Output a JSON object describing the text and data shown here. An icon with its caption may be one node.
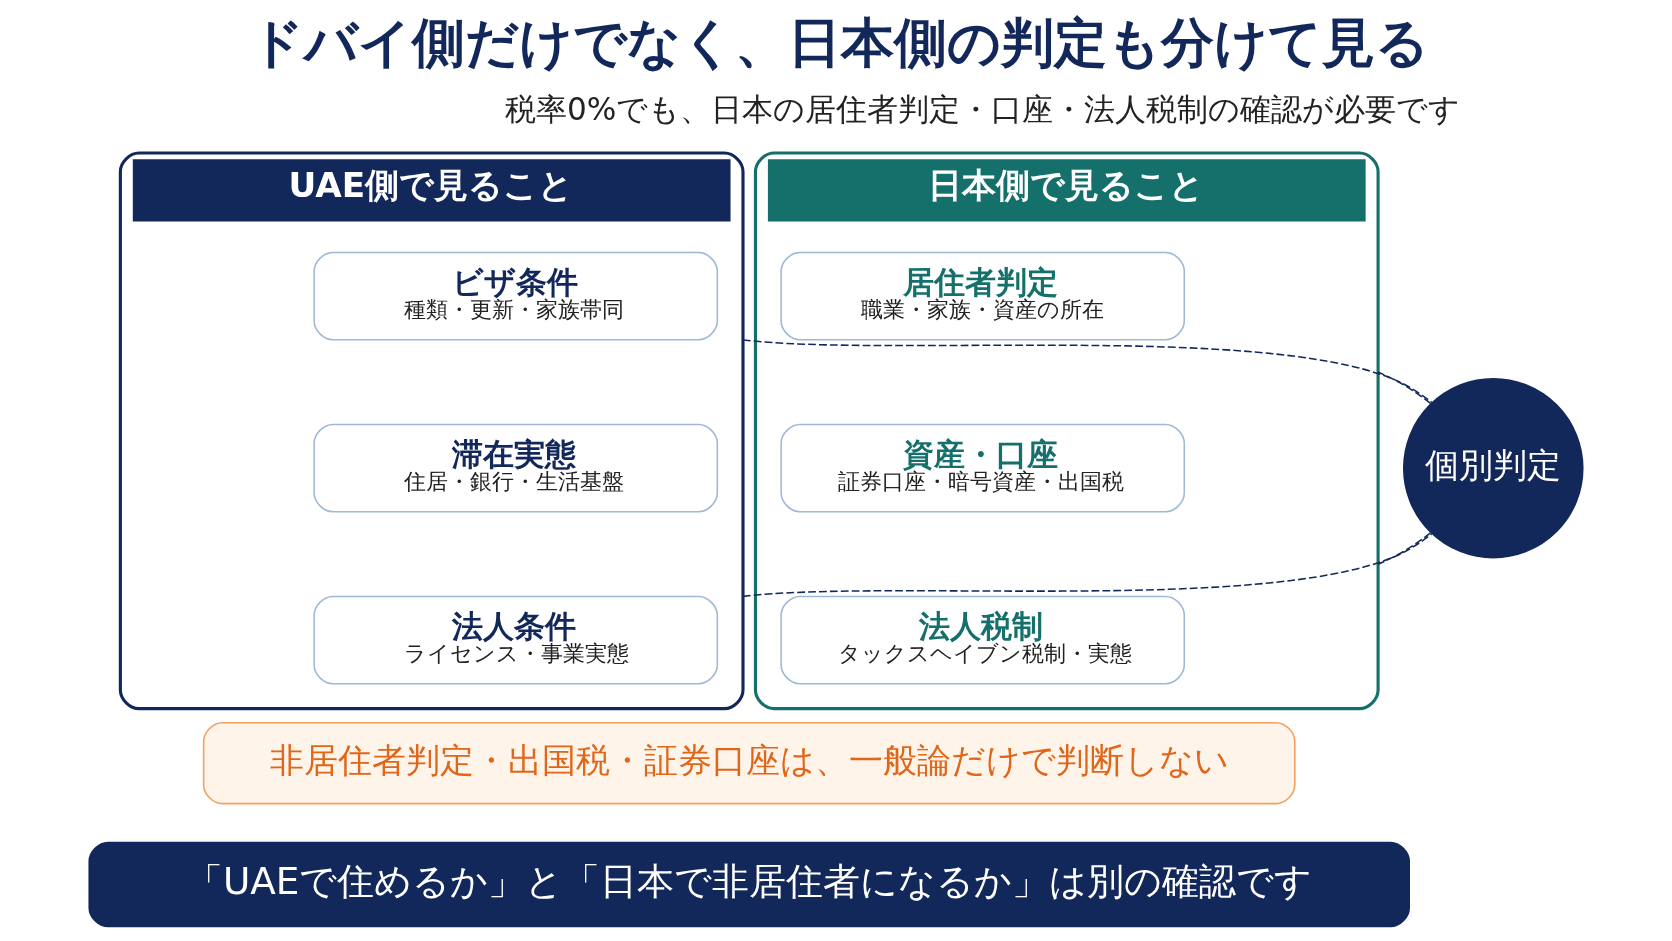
{
  "diagram": {
    "title": "ドバイ側だけでなく、日本側の判定も分けて見る",
    "nodes": [
      {
        "text": [
          "UAE側で見ること"
        ]
      },
      {
        "text": [
          "ビザ条件",
          "種類・更新・家族帯同"
        ],
        "in": 0
      },
      {
        "text": [
          "滞在実態",
          "住居・銀行・生活基盤"
        ],
        "in": 0
      },
      {
        "text": [
          "法人条件",
          "ライセンス・事業実態"
        ],
        "in": 0
      },
      {
        "text": [
          "日本側で見ること"
        ]
      },
      {
        "text": [
          "居住者判定",
          "職業・家族・資産の所在"
        ],
        "in": 4
      },
      {
        "text": [
          "資産・口座",
          "証券口座・暗号資産・出国税"
        ],
        "in": 4
      },
      {
        "text": [
          "法人税制",
          "タックスヘイブン税制・実態"
        ],
        "in": 4
      },
      {
        "text": [
          "個別判定"
        ]
      },
      {
        "text": [
          "非居住者判定・出国税・証券口座は、一般論だけで判断しない"
        ]
      },
      {
        "text": [
          "「UAEで住めるか」と「日本で非居住者になるか」は別の確認です"
        ]
      }
    ],
    "edges": [
      {
        "from": 0,
        "to": 8,
        "arrow": "none",
        "style": "dashed"
      },
      {
        "from": 0,
        "to": 8,
        "arrow": "none",
        "style": "dashed"
      },
      {
        "from": 8,
        "to": 4,
        "arrow": "none",
        "style": "dashed"
      },
      {
        "from": 8,
        "to": 4,
        "arrow": "none",
        "style": "dashed"
      }
    ],
    "labels": [
      "税率0%でも、日本の居住者判定・口座・法人税制の確認が必要です"
    ]
  }
}
